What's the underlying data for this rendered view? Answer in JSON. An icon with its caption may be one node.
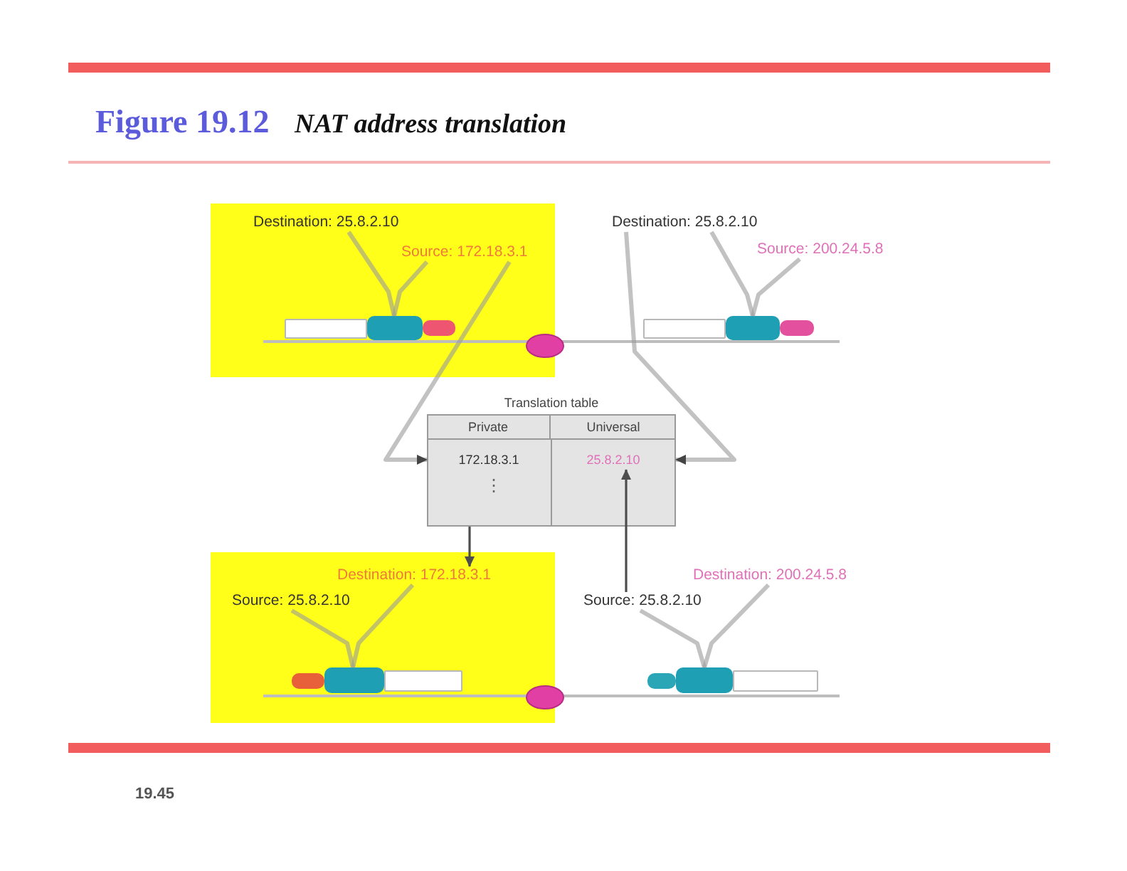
{
  "diagram": {
    "title": "Figure 19.12",
    "caption": "NAT address translation",
    "nodes": [
      {
        "text": [],
        "shape": "box"
      },
      {
        "text": [
          "Destination: 25.8.2.10"
        ],
        "in": 0
      },
      {
        "text": [
          "Source: 172.18.3.1"
        ],
        "in": 0
      },
      {
        "text": [],
        "shape": "bar",
        "in": 0
      },
      {
        "text": [
          "Destination: 25.8.2.10"
        ]
      },
      {
        "text": [
          "Source: 200.24.5.8"
        ]
      },
      {
        "text": [],
        "shape": "bar"
      },
      {
        "text": [
          "Translation table"
        ]
      },
      {
        "text": [
          "Private"
        ],
        "in": 7
      },
      {
        "text": [
          "Universal"
        ],
        "in": 7
      },
      {
        "text": [
          "172.18.3.1"
        ],
        "in": 7
      },
      {
        "text": [
          "25.8.2.10"
        ],
        "in": 7
      },
      {
        "text": [],
        "shape": "box"
      },
      {
        "text": [
          "Destination: 172.18.3.1"
        ],
        "in": 12
      },
      {
        "text": [
          "Source: 25.8.2.10"
        ],
        "in": 12
      },
      {
        "text": [],
        "shape": "bar",
        "in": 12
      },
      {
        "text": [
          "Source: 25.8.2.10"
        ]
      },
      {
        "text": [
          "Destination: 200.24.5.8"
        ]
      },
      {
        "text": [],
        "shape": "bar"
      }
    ],
    "edges": [
      {
        "from": 1,
        "to": 3,
        "arrow": "none"
      },
      {
        "from": 2,
        "to": 3,
        "arrow": "none"
      },
      {
        "from": 4,
        "to": 6,
        "arrow": "none"
      },
      {
        "from": 5,
        "to": 6,
        "arrow": "none"
      },
      {
        "from": 2,
        "to": 10,
        "arrow": "to"
      },
      {
        "from": 4,
        "to": 11,
        "arrow": "to"
      },
      {
        "from": 7,
        "to": 13,
        "arrow": "to",
        "color": "#4d4d4d"
      },
      {
        "from": 16,
        "to": 11,
        "arrow": "to",
        "color": "#4d4d4d"
      },
      {
        "from": 13,
        "to": 15,
        "arrow": "none"
      },
      {
        "from": 14,
        "to": 15,
        "arrow": "none"
      },
      {
        "from": 16,
        "to": 18,
        "arrow": "none"
      },
      {
        "from": 17,
        "to": 18,
        "arrow": "none"
      }
    ],
    "labels": [
      "⋮",
      "19.45"
    ]
  }
}
